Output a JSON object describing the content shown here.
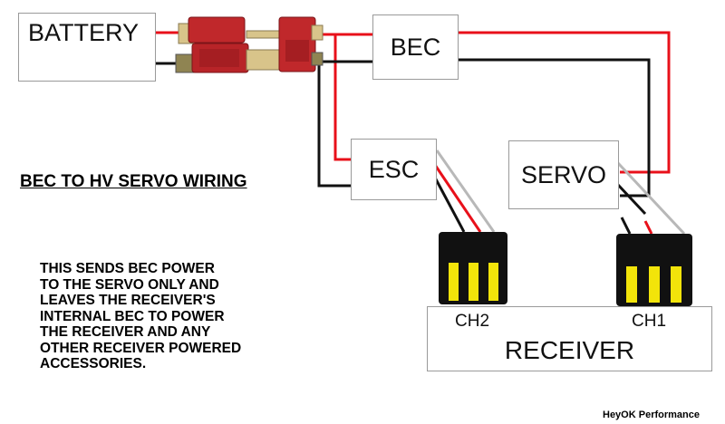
{
  "diagram": {
    "title": "BEC TO HV SERVO WIRING",
    "note_lines": [
      "THIS SENDS BEC POWER",
      "TO THE SERVO ONLY AND",
      "LEAVES THE RECEIVER'S",
      "INTERNAL BEC TO POWER",
      "THE RECEIVER AND ANY",
      "OTHER RECEIVER POWERED",
      "ACCESSORIES."
    ],
    "credit": "HeyOK Performance"
  },
  "components": {
    "battery": "BATTERY",
    "bec": "BEC",
    "esc": "ESC",
    "servo": "SERVO",
    "receiver": "RECEIVER",
    "ch2": "CH2",
    "ch1": "CH1"
  },
  "colors": {
    "positive_wire": "#e8101a",
    "negative_wire": "#111111",
    "signal_wire": "#b8b8b8",
    "connector_plug": "#c0282b",
    "servo_plug": "#111111",
    "servo_pins": "#f2e40a"
  }
}
